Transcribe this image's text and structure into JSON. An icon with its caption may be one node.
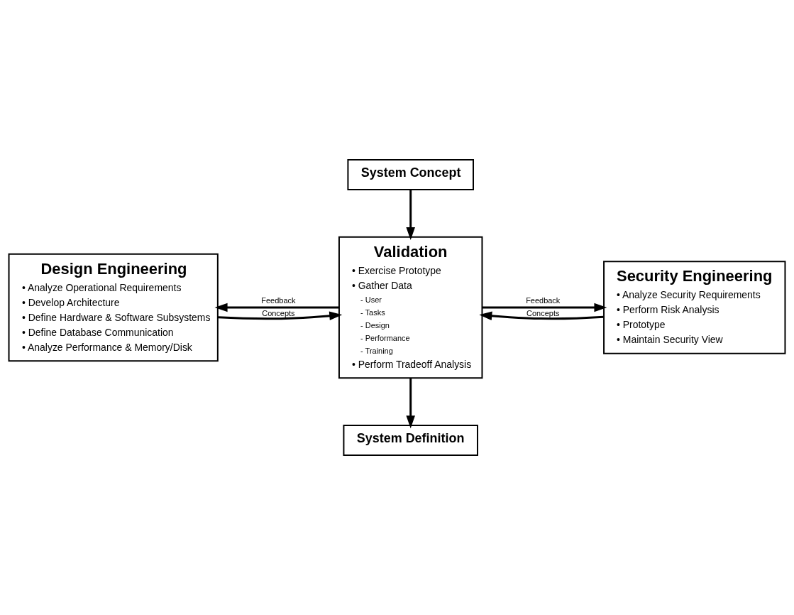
{
  "diagram": {
    "nodes": [
      {
        "text": [
          "System Concept"
        ]
      },
      {
        "text": [
          "Design Engineering",
          "• Analyze Operational Requirements",
          "• Develop Architecture",
          "• Define Hardware & Software Subsystems",
          "• Define Database Communication",
          "• Analyze Performance & Memory/Disk"
        ]
      },
      {
        "text": [
          "Validation",
          "• Exercise Prototype",
          "• Gather Data",
          "- User",
          "- Tasks",
          "- Design",
          "- Performance",
          "- Training",
          "• Perform Tradeoff Analysis"
        ]
      },
      {
        "text": [
          "Security Engineering",
          "• Analyze Security Requirements",
          "• Perform Risk Analysis",
          "• Prototype",
          "• Maintain Security View"
        ]
      },
      {
        "text": [
          "System Definition"
        ]
      }
    ],
    "edges": [
      {
        "from": 0,
        "to": 2,
        "arrow": "to"
      },
      {
        "from": 1,
        "to": 2,
        "arrow": "to",
        "label": "Concepts"
      },
      {
        "from": 3,
        "to": 2,
        "arrow": "to",
        "label": "Concepts"
      },
      {
        "from": 2,
        "to": 1,
        "arrow": "to",
        "label": "Feedback"
      },
      {
        "from": 2,
        "to": 3,
        "arrow": "to",
        "label": "Feedback"
      },
      {
        "from": 2,
        "to": 4,
        "arrow": "to"
      }
    ]
  }
}
